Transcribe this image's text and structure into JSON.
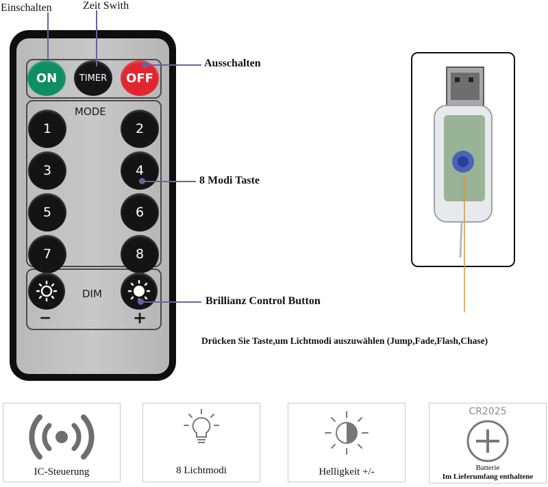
{
  "callouts": {
    "on": "Einschalten",
    "timer": "Zeit Swith",
    "off": "Ausschalten",
    "modes": "8 Modi Taste",
    "brightness": "Brillianz Control Button"
  },
  "remote": {
    "on_label": "ON",
    "timer_label": "TIMER",
    "off_label": "OFF",
    "mode_label": "MODE",
    "keys": [
      "1",
      "2",
      "3",
      "4",
      "5",
      "6",
      "7",
      "8"
    ],
    "dim_label": "DIM",
    "minus": "−",
    "plus": "+"
  },
  "instruction": "Drücken Sie Taste,um Lichtmodi auszuwählen (Jump,Fade,Flash,Chase)",
  "features": [
    {
      "label": "IC-Steuerung",
      "icon": "signal-icon"
    },
    {
      "label": "8 Lichtmodi",
      "icon": "lightbulb-icon"
    },
    {
      "label": "Helligkeit +/-",
      "icon": "brightness-icon"
    },
    {
      "label": "Batterie",
      "label2": "Im Lieferumfang enthaltene",
      "battery": "CR2025",
      "icon": "battery-icon"
    }
  ],
  "colors": {
    "on": "#0f8d63",
    "off": "#e1262f",
    "pointer": "#6f5fa0"
  }
}
